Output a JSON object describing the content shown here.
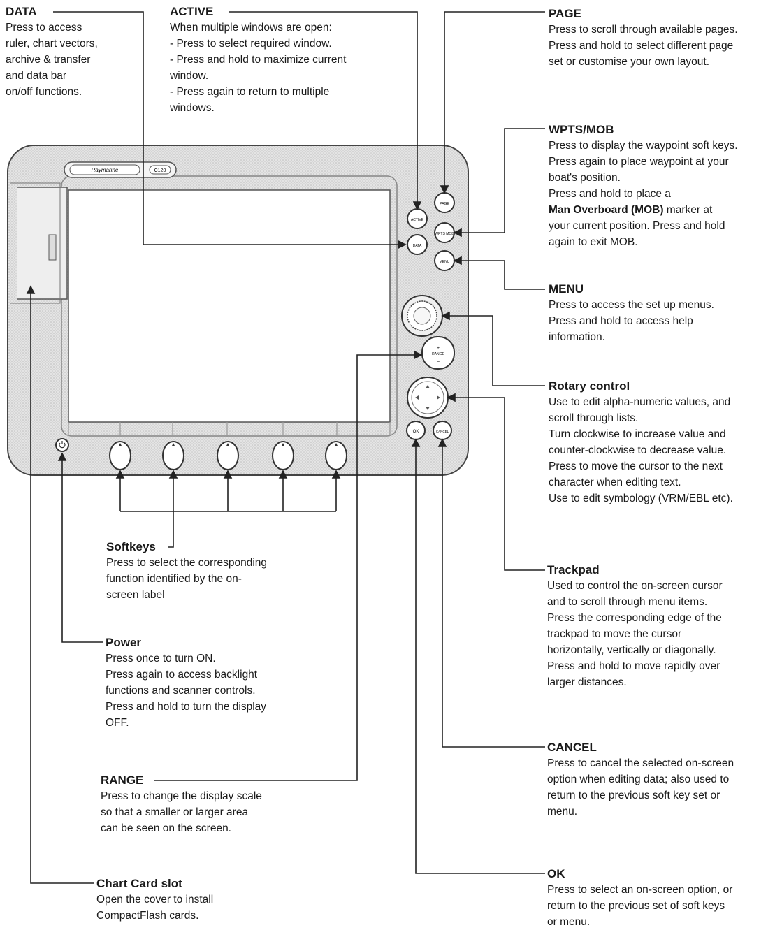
{
  "brand": {
    "name": "Raymarine",
    "model": "C120"
  },
  "buttons": {
    "active": "ACTIVE",
    "page": "PAGE",
    "wpts_mob": "WPTS MOB",
    "data": "DATA",
    "menu": "MENU",
    "range": "RANGE",
    "ok": "OK",
    "cancel": "CANCEL"
  },
  "callouts": {
    "data": {
      "title": "DATA",
      "lines": [
        "Press to access",
        "ruler, chart vectors,",
        "archive & transfer",
        "and data bar",
        "on/off functions."
      ]
    },
    "active": {
      "title": "ACTIVE",
      "lines": [
        "When multiple windows are open:",
        "- Press to select required window.",
        "- Press and hold to maximize current",
        "window.",
        "- Press again to return to multiple",
        "windows."
      ]
    },
    "page": {
      "title": "PAGE",
      "lines": [
        "Press to scroll through available pages.",
        "Press and hold to select different page",
        "set or customise your own layout."
      ]
    },
    "wpts": {
      "title": "WPTS/MOB",
      "lines": [
        "Press to display the waypoint soft keys.",
        "Press again to place waypoint at your",
        "boat's position.",
        "Press and hold to place a"
      ],
      "bold": "Man Overboard (MOB)",
      "after_bold": " marker at",
      "lines2": [
        "your current position.  Press and hold",
        "again to exit MOB."
      ]
    },
    "menu": {
      "title": "MENU",
      "lines": [
        "Press to access the set up menus.",
        "Press and hold to access help",
        "information."
      ]
    },
    "rotary": {
      "title": "Rotary control",
      "lines": [
        "Use to edit alpha-numeric values, and",
        "scroll through lists.",
        "Turn clockwise to increase value and",
        "counter-clockwise to decrease value.",
        "Press to move the cursor to the next",
        "character when editing text.",
        "Use to edit symbology (VRM/EBL etc)."
      ]
    },
    "softkeys": {
      "title": "Softkeys",
      "lines": [
        "Press to select the corresponding",
        "function identified by the on-",
        "screen label"
      ]
    },
    "trackpad": {
      "title": "Trackpad",
      "lines": [
        "Used to control the on-screen cursor",
        "and to scroll through menu items.",
        "Press the corresponding edge of the",
        "trackpad to move the cursor",
        "horizontally, vertically or diagonally.",
        "Press and hold to move rapidly over",
        "larger distances."
      ]
    },
    "power": {
      "title": "Power",
      "lines": [
        "Press once to turn ON.",
        "Press again to access backlight",
        "functions and scanner controls.",
        "Press and hold to turn the display",
        "OFF."
      ]
    },
    "cancel": {
      "title": "CANCEL",
      "lines": [
        "Press to cancel the selected on-screen",
        "option when editing data; also used to",
        "return to the previous soft key set or",
        "menu."
      ]
    },
    "range": {
      "title": "RANGE",
      "lines": [
        "Press to change the display scale",
        "so that a smaller or larger area",
        "can be seen on the screen."
      ]
    },
    "chartcard": {
      "title": "Chart Card slot",
      "lines": [
        "Open the cover to install",
        "CompactFlash cards."
      ]
    },
    "ok": {
      "title": "OK",
      "lines": [
        "Press to select an on-screen option, or",
        "return to the previous set of soft keys",
        "or menu."
      ]
    }
  }
}
